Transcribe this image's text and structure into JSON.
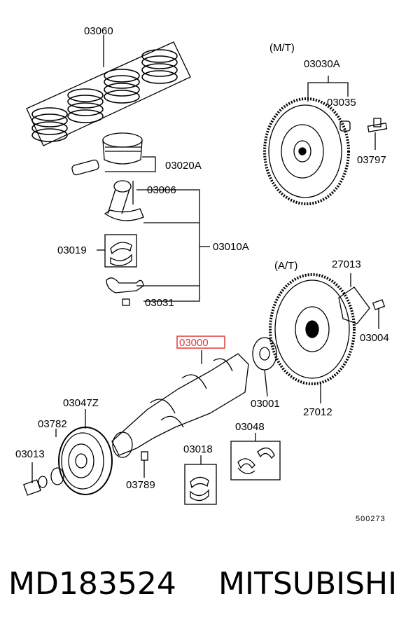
{
  "diagram": {
    "labels": {
      "p03060": "03060",
      "mt": "(M/T)",
      "p03030A": "03030A",
      "p03035": "03035",
      "p03797": "03797",
      "p03020A": "03020A",
      "p03006": "03006",
      "p03019": "03019",
      "p03010A": "03010A",
      "at": "(A/T)",
      "p27013": "27013",
      "p03031": "03031",
      "p03004": "03004",
      "p03000": "03000",
      "p03001": "03001",
      "p27012": "27012",
      "p03047Z": "03047Z",
      "p03782": "03782",
      "p03048": "03048",
      "p03013": "03013",
      "p03018": "03018",
      "p03789": "03789",
      "ref": "500273"
    },
    "highlight_color": "#e03a3a"
  },
  "footer": {
    "part_number": "MD183524",
    "brand": "MITSUBISHI"
  }
}
